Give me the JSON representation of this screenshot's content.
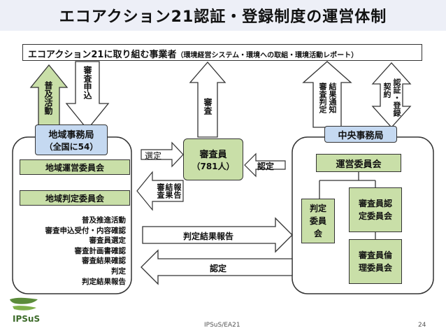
{
  "title": "エコアクション21認証・登録制度の運営体制",
  "business_operators": {
    "label": "エコアクション21に取り組む事業者",
    "sub": "（環境経営システム・環境への取組・環境活動レポート）"
  },
  "arrows": {
    "fukyu": "普及活動",
    "shinsa_moushikomi": "審査申込",
    "shinsa": "審査",
    "kekka_tsuchi": "結果通知",
    "shinsa_hantei": "審査判定",
    "ninsho_touroku": "認証・登録",
    "keiyaku": "契約",
    "sentei": "選定",
    "hokoku_kekka": "報告",
    "kekka": "結果",
    "shinsa_small": "審査",
    "nintei_small": "認定",
    "hantei_kekka_hokoku": "判定結果報告",
    "nintei_big": "認定"
  },
  "regional": {
    "title": "地域事務局",
    "count": "（全国に54）",
    "committee": "地域運営委員会",
    "judgment": "地域判定委員会",
    "tasks": [
      "普及推進活動",
      "審査申込受付・内容確認",
      "審査員選定",
      "審査計画書確認",
      "審査結果確認",
      "判定",
      "判定結果報告"
    ]
  },
  "examiner": {
    "title": "審査員",
    "count": "（781人）"
  },
  "central": {
    "title": "中央事務局",
    "committee": "運営委員会",
    "judgment": "判定委員会",
    "cert_committee": "審査員認定委員会",
    "ethics_committee": "審査員倫理委員会"
  },
  "footer": {
    "org": "IPSuS",
    "center": "IPSuS/EA21",
    "page": "24"
  },
  "colors": {
    "green": "#c9dfa8",
    "blue": "#c5d9f1",
    "title_band": "#edeff7"
  }
}
